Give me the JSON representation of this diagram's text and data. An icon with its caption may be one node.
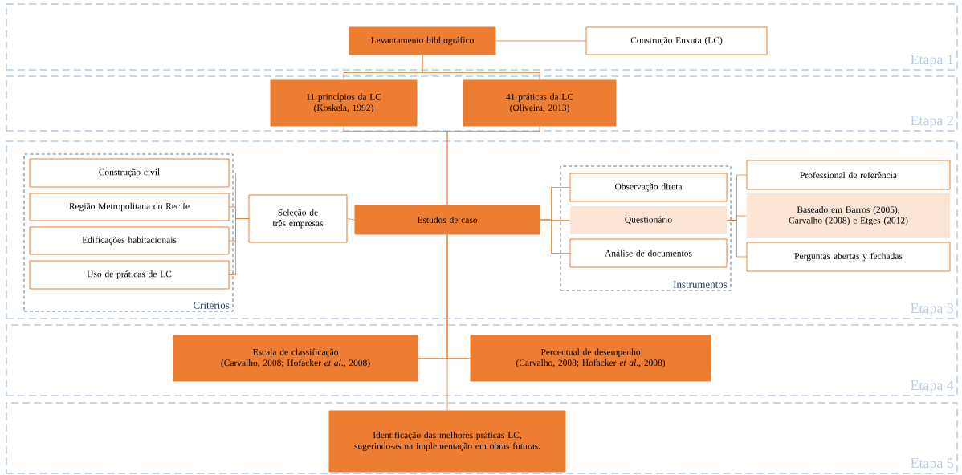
{
  "diagram": {
    "nodes": [
      {
        "text": [
          "Etapa 1"
        ]
      },
      {
        "text": [
          "Levantamento bibliográfico"
        ],
        "in": 0
      },
      {
        "text": [
          "Construção Enxuta (LC)"
        ],
        "in": 0
      },
      {
        "text": [
          "Etapa 2"
        ]
      },
      {
        "text": [
          "11 princípios da LC",
          "(Koskela, 1992)"
        ],
        "in": 3
      },
      {
        "text": [
          "41 práticas da LC",
          "(Oliveira, 2013)"
        ],
        "in": 3
      },
      {
        "text": [
          "Etapa 3"
        ]
      },
      {
        "text": [
          "Critérios"
        ],
        "in": 6
      },
      {
        "text": [
          "Construção civil"
        ],
        "in": 7
      },
      {
        "text": [
          "Região Metropolitana do Recife"
        ],
        "in": 7
      },
      {
        "text": [
          "Edificações habitacionais"
        ],
        "in": 7
      },
      {
        "text": [
          "Uso de práticas de LC"
        ],
        "in": 7
      },
      {
        "text": [
          "Seleção de três empresas"
        ],
        "in": 6
      },
      {
        "text": [
          "Estudos de caso"
        ],
        "in": 6
      },
      {
        "text": [
          "Instrumentos"
        ],
        "in": 6
      },
      {
        "text": [
          "Observação direta"
        ],
        "in": 14
      },
      {
        "text": [
          "Questionário"
        ],
        "in": 14
      },
      {
        "text": [
          "Análise de documentos"
        ],
        "in": 14
      },
      {
        "text": [
          "Professional de referência"
        ],
        "in": 6
      },
      {
        "text": [
          "Baseado em Barros (2005), Carvalho (2008) e Etges (2012)"
        ],
        "in": 6
      },
      {
        "text": [
          "Perguntas abertas y fechadas"
        ],
        "in": 6
      },
      {
        "text": [
          "Etapa 4"
        ]
      },
      {
        "text": [
          "Escala de classificação",
          "(Carvalho, 2008; Hofacker *et al*., 2008)"
        ],
        "in": 21
      },
      {
        "text": [
          "Percentual de desempenho",
          "(Carvalho, 2008; Hofacker *et al*., 2008)"
        ],
        "in": 21
      },
      {
        "text": [
          "Etapa 5"
        ]
      },
      {
        "text": [
          "Identificação das melhores práticas LC, sugerindo-as na implementação em obras futuras."
        ],
        "in": 24
      }
    ],
    "edges": [
      {
        "from": 1,
        "to": 2,
        "arrow": "none"
      },
      {
        "from": 1,
        "to": 4,
        "arrow": "none"
      },
      {
        "from": 1,
        "to": 5,
        "arrow": "none"
      },
      {
        "from": 4,
        "to": 13,
        "arrow": "none"
      },
      {
        "from": 5,
        "to": 13,
        "arrow": "none"
      },
      {
        "from": 8,
        "to": 12,
        "arrow": "none"
      },
      {
        "from": 9,
        "to": 12,
        "arrow": "none"
      },
      {
        "from": 10,
        "to": 12,
        "arrow": "none"
      },
      {
        "from": 11,
        "to": 12,
        "arrow": "none"
      },
      {
        "from": 12,
        "to": 13,
        "arrow": "none"
      },
      {
        "from": 13,
        "to": 15,
        "arrow": "none"
      },
      {
        "from": 13,
        "to": 16,
        "arrow": "none"
      },
      {
        "from": 13,
        "to": 17,
        "arrow": "none"
      },
      {
        "from": 16,
        "to": 18,
        "arrow": "none"
      },
      {
        "from": 16,
        "to": 19,
        "arrow": "none"
      },
      {
        "from": 16,
        "to": 20,
        "arrow": "none"
      },
      {
        "from": 13,
        "to": 22,
        "arrow": "none"
      },
      {
        "from": 13,
        "to": 23,
        "arrow": "none"
      },
      {
        "from": 13,
        "to": 25,
        "arrow": "none"
      }
    ]
  }
}
